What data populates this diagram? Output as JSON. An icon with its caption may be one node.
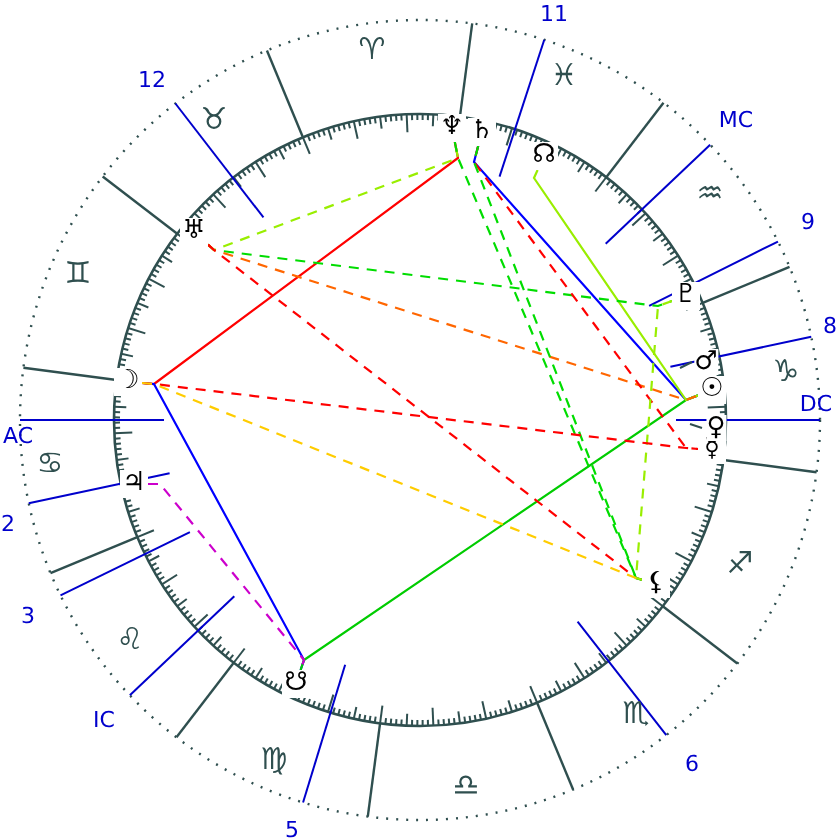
{
  "diagram": {
    "nodes": [
      {
        "text": [
          "♆"
        ]
      },
      {
        "text": [
          "♄"
        ]
      },
      {
        "text": [
          "☊"
        ]
      },
      {
        "text": [
          "♅"
        ]
      },
      {
        "text": [
          "♇"
        ]
      },
      {
        "text": [
          "☉"
        ]
      },
      {
        "text": [
          "☿"
        ]
      },
      {
        "text": [
          "⚸"
        ]
      },
      {
        "text": [
          "☋"
        ]
      },
      {
        "text": [
          "♃"
        ]
      },
      {
        "text": [
          "☽"
        ]
      }
    ],
    "edges": [
      {
        "from": 10,
        "to": 0,
        "arrow": "none",
        "color": "#ff0000"
      },
      {
        "from": 10,
        "to": 8,
        "arrow": "none",
        "color": "#0000ff"
      },
      {
        "from": 1,
        "to": 5,
        "arrow": "none",
        "color": "#0000ff"
      },
      {
        "from": 8,
        "to": 5,
        "arrow": "none",
        "color": "#00cc00"
      },
      {
        "from": 2,
        "to": 5,
        "arrow": "none",
        "color": "#99ee00"
      },
      {
        "from": 3,
        "to": 0,
        "arrow": "none",
        "style": "dashed",
        "color": "#99ee00"
      },
      {
        "from": 3,
        "to": 4,
        "arrow": "none",
        "style": "dashed",
        "color": "#00dd00"
      },
      {
        "from": 3,
        "to": 5,
        "arrow": "none",
        "style": "dashed",
        "color": "#ff6600"
      },
      {
        "from": 3,
        "to": 7,
        "arrow": "none",
        "style": "dashed",
        "color": "#ff0000"
      },
      {
        "from": 1,
        "to": 6,
        "arrow": "none",
        "style": "dashed",
        "color": "#ff0000"
      },
      {
        "from": 0,
        "to": 7,
        "arrow": "none",
        "style": "dashed",
        "color": "#00dd00"
      },
      {
        "from": 1,
        "to": 7,
        "arrow": "none",
        "style": "dashed",
        "color": "#00dd00"
      },
      {
        "from": 4,
        "to": 7,
        "arrow": "none",
        "style": "dashed",
        "color": "#99ee00"
      },
      {
        "from": 10,
        "to": 6,
        "arrow": "none",
        "style": "dashed",
        "color": "#ff0000"
      },
      {
        "from": 10,
        "to": 7,
        "arrow": "none",
        "style": "dashed",
        "color": "#ffcc00"
      },
      {
        "from": 9,
        "to": 8,
        "arrow": "none",
        "style": "dashed",
        "color": "#cc00cc"
      }
    ],
    "labels": [
      "11",
      "♈",
      "♓",
      "12",
      "♉",
      "MC",
      "♒",
      "9",
      "♊",
      "8",
      "♂",
      "♑",
      "AC",
      "DC",
      "♀",
      "♋",
      "2",
      "♐",
      "3",
      "♌",
      "IC",
      "♏",
      "6",
      "♍",
      "♎",
      "5"
    ]
  }
}
